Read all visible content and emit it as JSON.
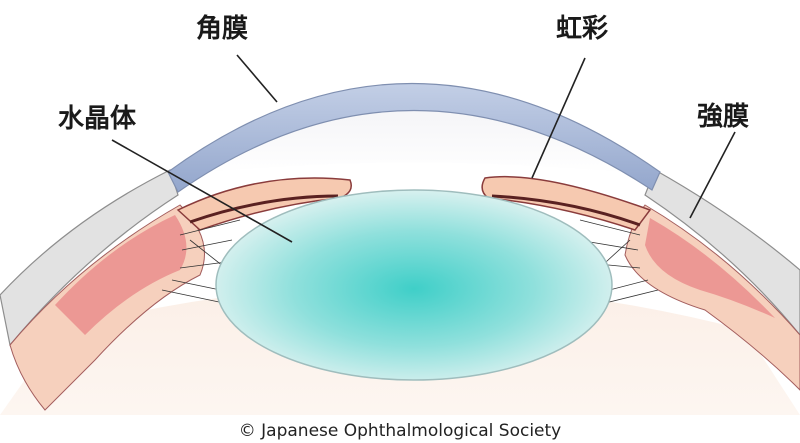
{
  "labels": {
    "cornea": "角膜",
    "iris": "虹彩",
    "lens": "水晶体",
    "sclera": "強膜"
  },
  "credit": "© Japanese Ophthalmological Society",
  "colors": {
    "cornea": "#a9b9d8",
    "sclera": "#e0e0e0",
    "lens_center": "#49d1cb",
    "lens_edge": "#d8efee",
    "iris": "#f6c9b0",
    "ciliary": "#ea8d8d",
    "eye_interior": "#fdf1ea"
  }
}
